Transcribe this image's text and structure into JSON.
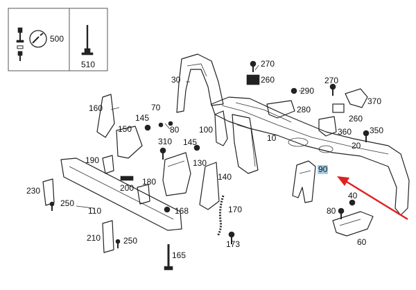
{
  "diagram": {
    "highlight_color": "#a9cfe9",
    "arrow_color": "#e02020",
    "legend_labels": [
      "500",
      "510"
    ],
    "callouts": [
      {
        "id": "c270a",
        "text": "270"
      },
      {
        "id": "c260a",
        "text": "260"
      },
      {
        "id": "c290",
        "text": "290"
      },
      {
        "id": "c280",
        "text": "280"
      },
      {
        "id": "c270b",
        "text": "270"
      },
      {
        "id": "c370",
        "text": "370"
      },
      {
        "id": "c260b",
        "text": "260"
      },
      {
        "id": "c360",
        "text": "360"
      },
      {
        "id": "c350",
        "text": "350"
      },
      {
        "id": "c30",
        "text": "30"
      },
      {
        "id": "c160",
        "text": "160"
      },
      {
        "id": "c145a",
        "text": "145"
      },
      {
        "id": "c70",
        "text": "70"
      },
      {
        "id": "c80a",
        "text": "80"
      },
      {
        "id": "c150",
        "text": "150"
      },
      {
        "id": "c100",
        "text": "100"
      },
      {
        "id": "c10",
        "text": "10"
      },
      {
        "id": "c20",
        "text": "20"
      },
      {
        "id": "c310",
        "text": "310"
      },
      {
        "id": "c145b",
        "text": "145"
      },
      {
        "id": "c130",
        "text": "130"
      },
      {
        "id": "c190",
        "text": "190"
      },
      {
        "id": "c200",
        "text": "200"
      },
      {
        "id": "c180",
        "text": "180"
      },
      {
        "id": "c140",
        "text": "140"
      },
      {
        "id": "c90",
        "text": "90"
      },
      {
        "id": "c40",
        "text": "40"
      },
      {
        "id": "c230",
        "text": "230"
      },
      {
        "id": "c250a",
        "text": "250"
      },
      {
        "id": "c110",
        "text": "110"
      },
      {
        "id": "c168",
        "text": "168"
      },
      {
        "id": "c170",
        "text": "170"
      },
      {
        "id": "c80b",
        "text": "80"
      },
      {
        "id": "c210",
        "text": "210"
      },
      {
        "id": "c250b",
        "text": "250"
      },
      {
        "id": "c173",
        "text": "173"
      },
      {
        "id": "c60",
        "text": "60"
      },
      {
        "id": "c165",
        "text": "165"
      }
    ]
  }
}
